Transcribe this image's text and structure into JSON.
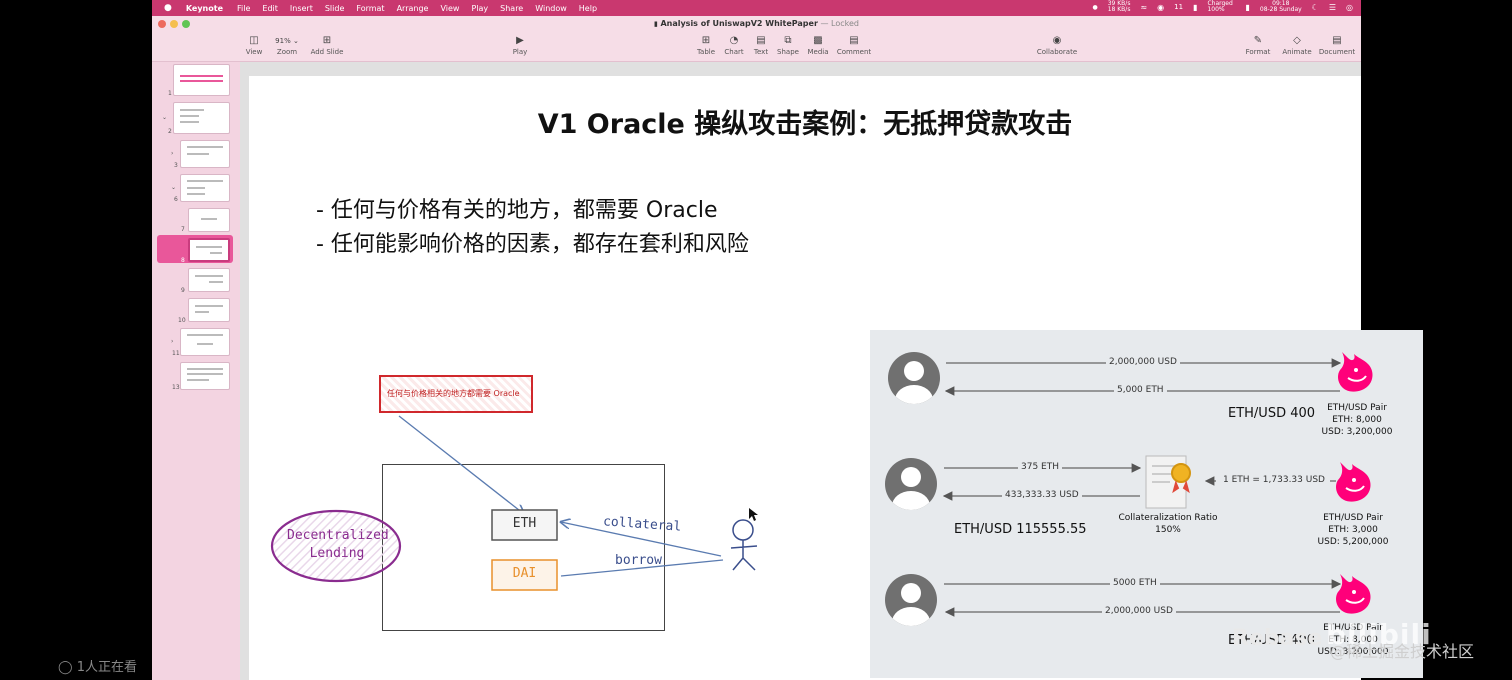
{
  "menubar": {
    "apple": "",
    "app": "Keynote",
    "items": [
      "File",
      "Edit",
      "Insert",
      "Slide",
      "Format",
      "Arrange",
      "View",
      "Play",
      "Share",
      "Window",
      "Help"
    ],
    "status": {
      "net_up": "39 KB/s",
      "net_down": "18 KB/s",
      "wechat_count": "11",
      "battery": "Charged 100%",
      "time": "09:18",
      "date": "08-28 Sunday"
    }
  },
  "window": {
    "title": "Analysis of UniswapV2 WhitePaper",
    "title_sep": "—",
    "locked": "Locked"
  },
  "toolbar": {
    "zoom_value": "91%",
    "view": "View",
    "zoom": "Zoom",
    "add_slide": "Add Slide",
    "play": "Play",
    "table": "Table",
    "chart": "Chart",
    "text": "Text",
    "shape": "Shape",
    "media": "Media",
    "comment": "Comment",
    "collaborate": "Collaborate",
    "format": "Format",
    "animate": "Animate",
    "document": "Document"
  },
  "sidebar": {
    "slide_numbers": [
      "1",
      "2",
      "3",
      "6",
      "7",
      "8",
      "9",
      "10",
      "11",
      "13"
    ]
  },
  "slide": {
    "title": "V1 Oracle 操纵攻击案例：无抵押贷款攻击",
    "bullets": [
      "- 任何与价格有关的地方，都需要 Oracle",
      "- 任何能影响价格的因素，都存在套利和风险"
    ],
    "sketch": {
      "note": "任何与价格相关的地方都需要 Oracle",
      "lending": "Decentralized\nLending",
      "eth": "ETH",
      "dai": "DAI",
      "collateral": "collateral",
      "borrow": "borrow"
    },
    "scenario1": {
      "send": "2,000,000 USD",
      "receive": "5,000 ETH",
      "price": "ETH/USD 400",
      "pair_title": "ETH/USD Pair",
      "pair_eth": "ETH: 8,000",
      "pair_usd": "USD: 3,200,000"
    },
    "scenario2": {
      "send": "375 ETH",
      "receive": "433,333.33 USD",
      "oracle_rate": "1 ETH = 1,733.33 USD",
      "collateral_label": "Collateralization Ratio",
      "collateral_value": "150%",
      "price": "ETH/USD 115555.55",
      "pair_title": "ETH/USD Pair",
      "pair_eth": "ETH: 3,000",
      "pair_usd": "USD: 5,200,000"
    },
    "scenario3": {
      "send": "5000 ETH",
      "receive": "2,000,000 USD",
      "price": "ETH/USD 400",
      "pair_title": "ETH/USD Pair",
      "pair_eth": "ETH: 8,000",
      "pair_usd": "USD: 3,200,000"
    }
  },
  "overlay": {
    "viewers": "1人正在看",
    "watermark": "@稀土掘金技术社区",
    "rebase": "Rebase",
    "bili": "bilibili"
  },
  "colors": {
    "menubar": "#c9386f",
    "window_bg": "#f6dde7",
    "accent_pink": "#e9579a",
    "uniswap_pink": "#ff007a",
    "note_red": "#d0282c",
    "lending_purple": "#8a2c8f",
    "dai_orange": "#e8902c"
  }
}
